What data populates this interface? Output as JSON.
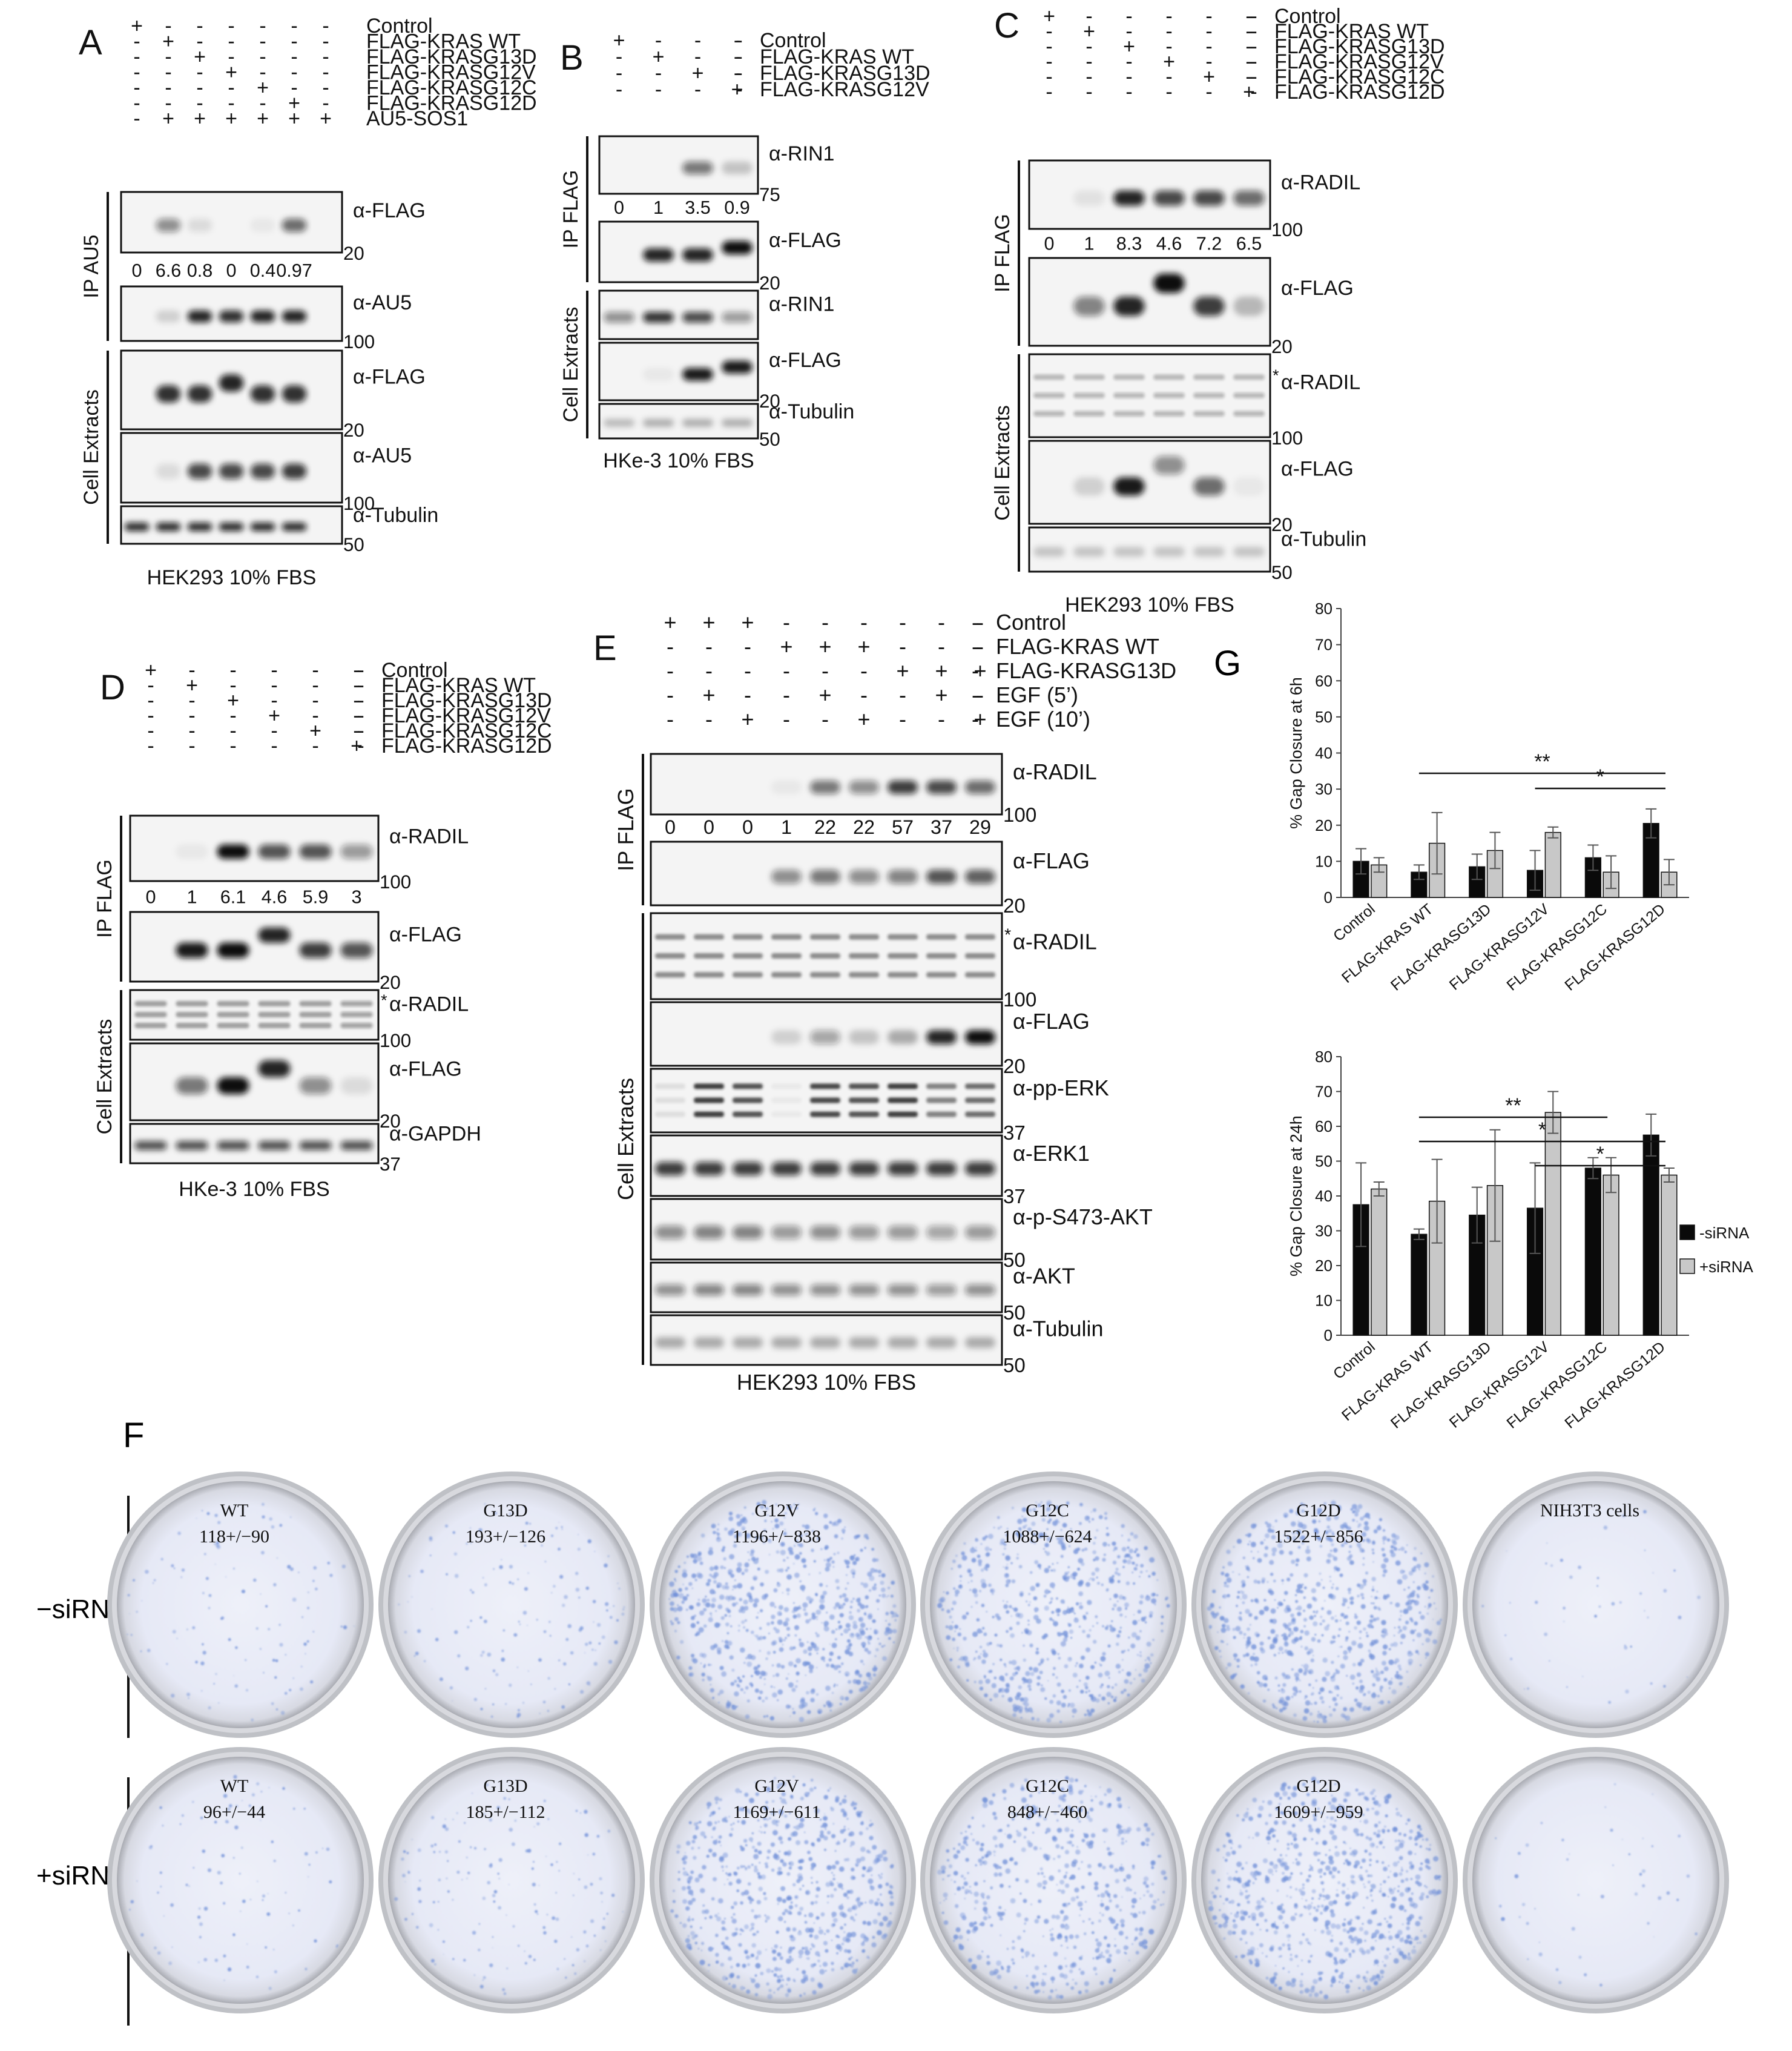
{
  "panels": {
    "A": {
      "letter": "A",
      "lane_count": 7,
      "conditions": [
        "Control",
        "FLAG-KRAS WT",
        "FLAG-KRASG13D",
        "FLAG-KRASG12V",
        "FLAG-KRASG12C",
        "FLAG-KRASG12D",
        "AU5-SOS1"
      ],
      "signs": [
        [
          "+",
          "-",
          "-",
          "-",
          "-",
          "-",
          "-"
        ],
        [
          "-",
          "+",
          "-",
          "-",
          "-",
          "-",
          "-"
        ],
        [
          "-",
          "-",
          "+",
          "-",
          "-",
          "-",
          "-"
        ],
        [
          "-",
          "-",
          "-",
          "+",
          "-",
          "-",
          "-"
        ],
        [
          "-",
          "-",
          "-",
          "-",
          "+",
          "-",
          "-"
        ],
        [
          "-",
          "-",
          "-",
          "-",
          "-",
          "+",
          "-"
        ],
        [
          "-",
          "+",
          "+",
          "+",
          "+",
          "+",
          "+"
        ]
      ],
      "groups": [
        {
          "label": "IP AU5",
          "blots": [
            {
              "antibody": "α-FLAG",
              "mw": "20",
              "quant": [
                "0",
                "6.6",
                "0.8",
                "0",
                "0.4",
                "0.97"
              ]
            },
            {
              "antibody": "α-AU5",
              "mw": "100"
            }
          ]
        },
        {
          "label": "Cell Extracts",
          "blots": [
            {
              "antibody": "α-FLAG",
              "mw": "20"
            },
            {
              "antibody": "α-AU5",
              "mw": "100"
            },
            {
              "antibody": "α-Tubulin",
              "mw": "50"
            }
          ]
        }
      ],
      "footer": "HEK293 10% FBS"
    },
    "B": {
      "letter": "B",
      "lane_count": 4,
      "conditions": [
        "Control",
        "FLAG-KRAS WT",
        "FLAG-KRASG13D",
        "FLAG-KRASG12V"
      ],
      "signs": [
        [
          "+",
          "-",
          "-",
          "-"
        ],
        [
          "-",
          "+",
          "-",
          "-"
        ],
        [
          "-",
          "-",
          "+",
          "-"
        ],
        [
          "-",
          "-",
          "-",
          "+"
        ]
      ],
      "groups": [
        {
          "label": "IP FLAG",
          "blots": [
            {
              "antibody": "α-RIN1",
              "mw": "75",
              "quant": [
                "0",
                "1",
                "3.5",
                "0.9"
              ]
            },
            {
              "antibody": "α-FLAG",
              "mw": "20"
            }
          ]
        },
        {
          "label": "Cell Extracts",
          "blots": [
            {
              "antibody": "α-RIN1",
              "mw": ""
            },
            {
              "antibody": "α-FLAG",
              "mw": "20"
            },
            {
              "antibody": "α-Tubulin",
              "mw": "50"
            }
          ]
        }
      ],
      "footer": "HKe-3 10% FBS"
    },
    "C": {
      "letter": "C",
      "lane_count": 6,
      "conditions": [
        "Control",
        "FLAG-KRAS WT",
        "FLAG-KRASG13D",
        "FLAG-KRASG12V",
        "FLAG-KRASG12C",
        "FLAG-KRASG12D"
      ],
      "signs": [
        [
          "+",
          "-",
          "-",
          "-",
          "-",
          "-"
        ],
        [
          "-",
          "+",
          "-",
          "-",
          "-",
          "-"
        ],
        [
          "-",
          "-",
          "+",
          "-",
          "-",
          "-"
        ],
        [
          "-",
          "-",
          "-",
          "+",
          "-",
          "-"
        ],
        [
          "-",
          "-",
          "-",
          "-",
          "+",
          "-"
        ],
        [
          "-",
          "-",
          "-",
          "-",
          "-",
          "+"
        ]
      ],
      "groups": [
        {
          "label": "IP FLAG",
          "blots": [
            {
              "antibody": "α-RADIL",
              "mw": "100",
              "quant": [
                "0",
                "1",
                "8.3",
                "4.6",
                "7.2",
                "6.5"
              ]
            },
            {
              "antibody": "α-FLAG",
              "mw": "20"
            }
          ]
        },
        {
          "label": "Cell Extracts",
          "blots": [
            {
              "antibody": "α-RADIL",
              "mw": "100",
              "asterisk": "*"
            },
            {
              "antibody": "α-FLAG",
              "mw": "20"
            },
            {
              "antibody": "α-Tubulin",
              "mw": "50"
            }
          ]
        }
      ],
      "footer": "HEK293 10% FBS"
    },
    "D": {
      "letter": "D",
      "lane_count": 6,
      "conditions": [
        "Control",
        "FLAG-KRAS WT",
        "FLAG-KRASG13D",
        "FLAG-KRASG12V",
        "FLAG-KRASG12C",
        "FLAG-KRASG12D"
      ],
      "signs": [
        [
          "+",
          "-",
          "-",
          "-",
          "-",
          "-"
        ],
        [
          "-",
          "+",
          "-",
          "-",
          "-",
          "-"
        ],
        [
          "-",
          "-",
          "+",
          "-",
          "-",
          "-"
        ],
        [
          "-",
          "-",
          "-",
          "+",
          "-",
          "-"
        ],
        [
          "-",
          "-",
          "-",
          "-",
          "+",
          "-"
        ],
        [
          "-",
          "-",
          "-",
          "-",
          "-",
          "+"
        ]
      ],
      "groups": [
        {
          "label": "IP FLAG",
          "blots": [
            {
              "antibody": "α-RADIL",
              "mw": "100",
              "quant": [
                "0",
                "1",
                "6.1",
                "4.6",
                "5.9",
                "3"
              ]
            },
            {
              "antibody": "α-FLAG",
              "mw": "20"
            }
          ]
        },
        {
          "label": "Cell Extracts",
          "blots": [
            {
              "antibody": "α-RADIL",
              "mw": "100",
              "asterisk": "*"
            },
            {
              "antibody": "α-FLAG",
              "mw": "20"
            },
            {
              "antibody": "α-GAPDH",
              "mw": "37"
            }
          ]
        }
      ],
      "footer": "HKe-3 10% FBS"
    },
    "E": {
      "letter": "E",
      "lane_count": 9,
      "conditions": [
        "Control",
        "FLAG-KRAS WT",
        "FLAG-KRASG13D",
        "EGF (5’)",
        "EGF (10’)"
      ],
      "signs": [
        [
          "+",
          "+",
          "+",
          "-",
          "-",
          "-",
          "-",
          "-",
          "-"
        ],
        [
          "-",
          "-",
          "-",
          "+",
          "+",
          "+",
          "-",
          "-",
          "-"
        ],
        [
          "-",
          "-",
          "-",
          "-",
          "-",
          "-",
          "+",
          "+",
          "+"
        ],
        [
          "-",
          "+",
          "-",
          "-",
          "+",
          "-",
          "-",
          "+",
          "-"
        ],
        [
          "-",
          "-",
          "+",
          "-",
          "-",
          "+",
          "-",
          "-",
          "+"
        ]
      ],
      "groups": [
        {
          "label": "IP FLAG",
          "blots": [
            {
              "antibody": "α-RADIL",
              "mw": "100",
              "quant": [
                "0",
                "0",
                "0",
                "1",
                "22",
                "22",
                "57",
                "37",
                "29"
              ]
            },
            {
              "antibody": "α-FLAG",
              "mw": "20"
            }
          ]
        },
        {
          "label": "Cell Extracts",
          "blots": [
            {
              "antibody": "α-RADIL",
              "mw": "100",
              "asterisk": "*"
            },
            {
              "antibody": "α-FLAG",
              "mw": "20"
            },
            {
              "antibody": "α-pp-ERK",
              "mw": "37"
            },
            {
              "antibody": "α-ERK1",
              "mw": "37"
            },
            {
              "antibody": "α-p-S473-AKT",
              "mw": "50"
            },
            {
              "antibody": "α-AKT",
              "mw": "50"
            },
            {
              "antibody": "α-Tubulin",
              "mw": "50"
            }
          ]
        }
      ],
      "footer": "HEK293 10% FBS"
    },
    "F": {
      "letter": "F",
      "row_labels": [
        "−siRNA",
        "+siRNA"
      ],
      "plates": [
        [
          {
            "name": "WT",
            "count": "118+/−90",
            "density": 0.12
          },
          {
            "name": "G13D",
            "count": "193+/−126",
            "density": 0.18
          },
          {
            "name": "G12V",
            "count": "1196+/−838",
            "density": 0.95
          },
          {
            "name": "G12C",
            "count": "1088+/−624",
            "density": 0.85
          },
          {
            "name": "G12D",
            "count": "1522+/−856",
            "density": 1.0
          },
          {
            "name": "NIH3T3 cells",
            "count": "",
            "density": 0.03
          }
        ],
        [
          {
            "name": "WT",
            "count": "96+/−44",
            "density": 0.1
          },
          {
            "name": "G13D",
            "count": "185+/−112",
            "density": 0.17
          },
          {
            "name": "G12V",
            "count": "1169+/−611",
            "density": 0.92
          },
          {
            "name": "G12C",
            "count": "848+/−460",
            "density": 0.7
          },
          {
            "name": "G12D",
            "count": "1609+/−959",
            "density": 1.0
          },
          {
            "name": "",
            "count": "",
            "density": 0.03
          }
        ]
      ]
    },
    "G": {
      "letter": "G"
    }
  },
  "chart_data": [
    {
      "type": "bar",
      "ylabel": "% Gap Closure at 6h",
      "ylim": [
        0,
        80
      ],
      "yticks": [
        0,
        10,
        20,
        30,
        40,
        50,
        60,
        70,
        80
      ],
      "categories": [
        "Control",
        "FLAG-KRAS WT",
        "FLAG-KRASG13D",
        "FLAG-KRASG12V",
        "FLAG-KRASG12C",
        "FLAG-KRASG12D"
      ],
      "series": [
        {
          "name": "-siRNA",
          "color": "#0a0a0a",
          "values": [
            10,
            7,
            8.5,
            7.5,
            11,
            20.5
          ],
          "errors": [
            3.5,
            2,
            3.5,
            5.5,
            3.5,
            4
          ]
        },
        {
          "name": "+siRNA",
          "color": "#c8c8c8",
          "values": [
            9,
            15,
            13,
            18,
            7,
            7
          ],
          "errors": [
            2,
            8.5,
            5,
            1.5,
            4.5,
            3.5
          ]
        }
      ],
      "significance": [
        {
          "from": 1,
          "to": 5,
          "label": "**",
          "level": 0
        },
        {
          "from": 3,
          "to": 5,
          "label": "*",
          "level": 1
        }
      ],
      "grid": false,
      "legend": false
    },
    {
      "type": "bar",
      "ylabel": "% Gap Closure at 24h",
      "ylim": [
        0,
        80
      ],
      "yticks": [
        0,
        10,
        20,
        30,
        40,
        50,
        60,
        70,
        80
      ],
      "categories": [
        "Control",
        "FLAG-KRAS WT",
        "FLAG-KRASG13D",
        "FLAG-KRASG12V",
        "FLAG-KRASG12C",
        "FLAG-KRASG12D"
      ],
      "series": [
        {
          "name": "-siRNA",
          "color": "#0a0a0a",
          "values": [
            37.5,
            29,
            34.5,
            36.5,
            48,
            57.5
          ],
          "errors": [
            12,
            1.5,
            8,
            13,
            3,
            6
          ]
        },
        {
          "name": "+siRNA",
          "color": "#c8c8c8",
          "values": [
            42,
            38.5,
            43,
            64,
            46,
            46
          ],
          "errors": [
            2,
            12,
            16,
            6,
            5,
            2
          ]
        }
      ],
      "significance": [
        {
          "from": 1,
          "to": 4,
          "label": "**",
          "level": 0
        },
        {
          "from": 1,
          "to": 5,
          "label": "*",
          "level": 1
        },
        {
          "from": 3,
          "to": 5,
          "label": "*",
          "level": 2
        }
      ],
      "grid": false,
      "legend": true,
      "legend_position": "right"
    }
  ]
}
